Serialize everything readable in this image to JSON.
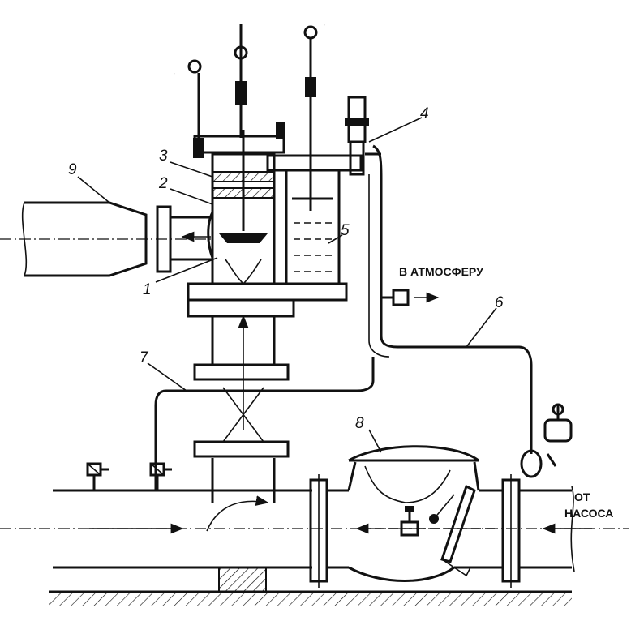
{
  "labels": {
    "l1": "1",
    "l2": "2",
    "l3": "3",
    "l4": "4",
    "l5": "5",
    "l6": "6",
    "l7": "7",
    "l8": "8",
    "l9": "9"
  },
  "captions": {
    "atmosphere": "В АТМОСФЕРУ",
    "from_pump_line1": "ОТ",
    "from_pump_line2": "НАСОСА"
  }
}
